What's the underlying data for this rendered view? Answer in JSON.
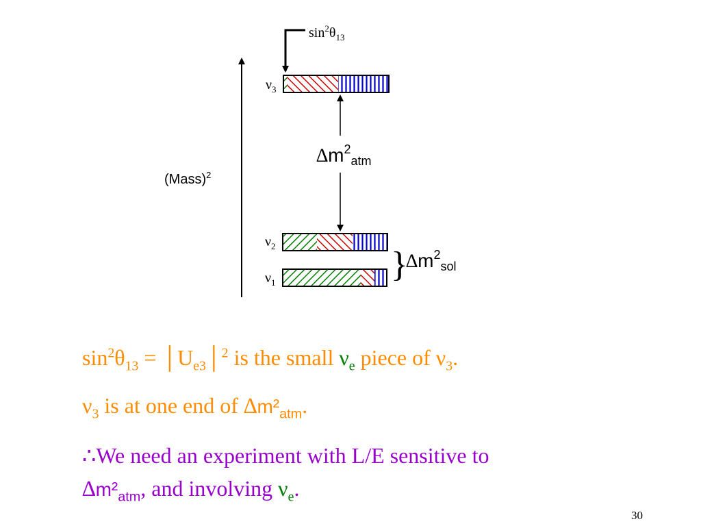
{
  "diagram": {
    "axis_label": "(Mass)",
    "axis_label_sup": "2",
    "sin_label": {
      "base": "sin",
      "sup": "2",
      "theta": "θ",
      "sub": "13"
    },
    "nu3": {
      "symbol": "ν",
      "sub": "3"
    },
    "nu2": {
      "symbol": "ν",
      "sub": "2"
    },
    "nu1": {
      "symbol": "ν",
      "sub": "1"
    },
    "atm_label": {
      "delta": "∆",
      "m": "m",
      "sup": "2",
      "sub": "atm"
    },
    "sol_brace": "}",
    "sol_label": {
      "delta": "∆",
      "m": "m",
      "sup": "2",
      "sub": "sol"
    },
    "colors": {
      "nu_e": "#008000",
      "nu_mu": "#cc0000",
      "nu_tau": "#0000cc"
    }
  },
  "lines": {
    "line1": {
      "sin": "sin",
      "sin_sup": "2",
      "theta": "θ",
      "theta_sub": "13",
      "eq": " = ",
      "bar_left": "│",
      "U": "U",
      "U_sub": "e3",
      "bar_right": "│",
      "sq": "2",
      "text": " is the small ",
      "nu": "ν",
      "nu_sub": "e",
      "text2": " piece of ",
      "nu3": "ν",
      "nu3_sub": "3",
      "period": "."
    },
    "line2": {
      "nu": "ν",
      "nu_sub": "3",
      "text": " is at one end of ",
      "delta": "∆",
      "m": "m²",
      "m_sub": "atm",
      "period": "."
    },
    "line3": {
      "therefore": "∴",
      "text": "We need an experiment with L/E sensitive to"
    },
    "line4": {
      "delta": "∆",
      "m": "m²",
      "m_sub": "atm",
      "text": ", and involving ",
      "nu": "ν",
      "nu_sub": "e",
      "period": "."
    }
  },
  "page_number": "30"
}
